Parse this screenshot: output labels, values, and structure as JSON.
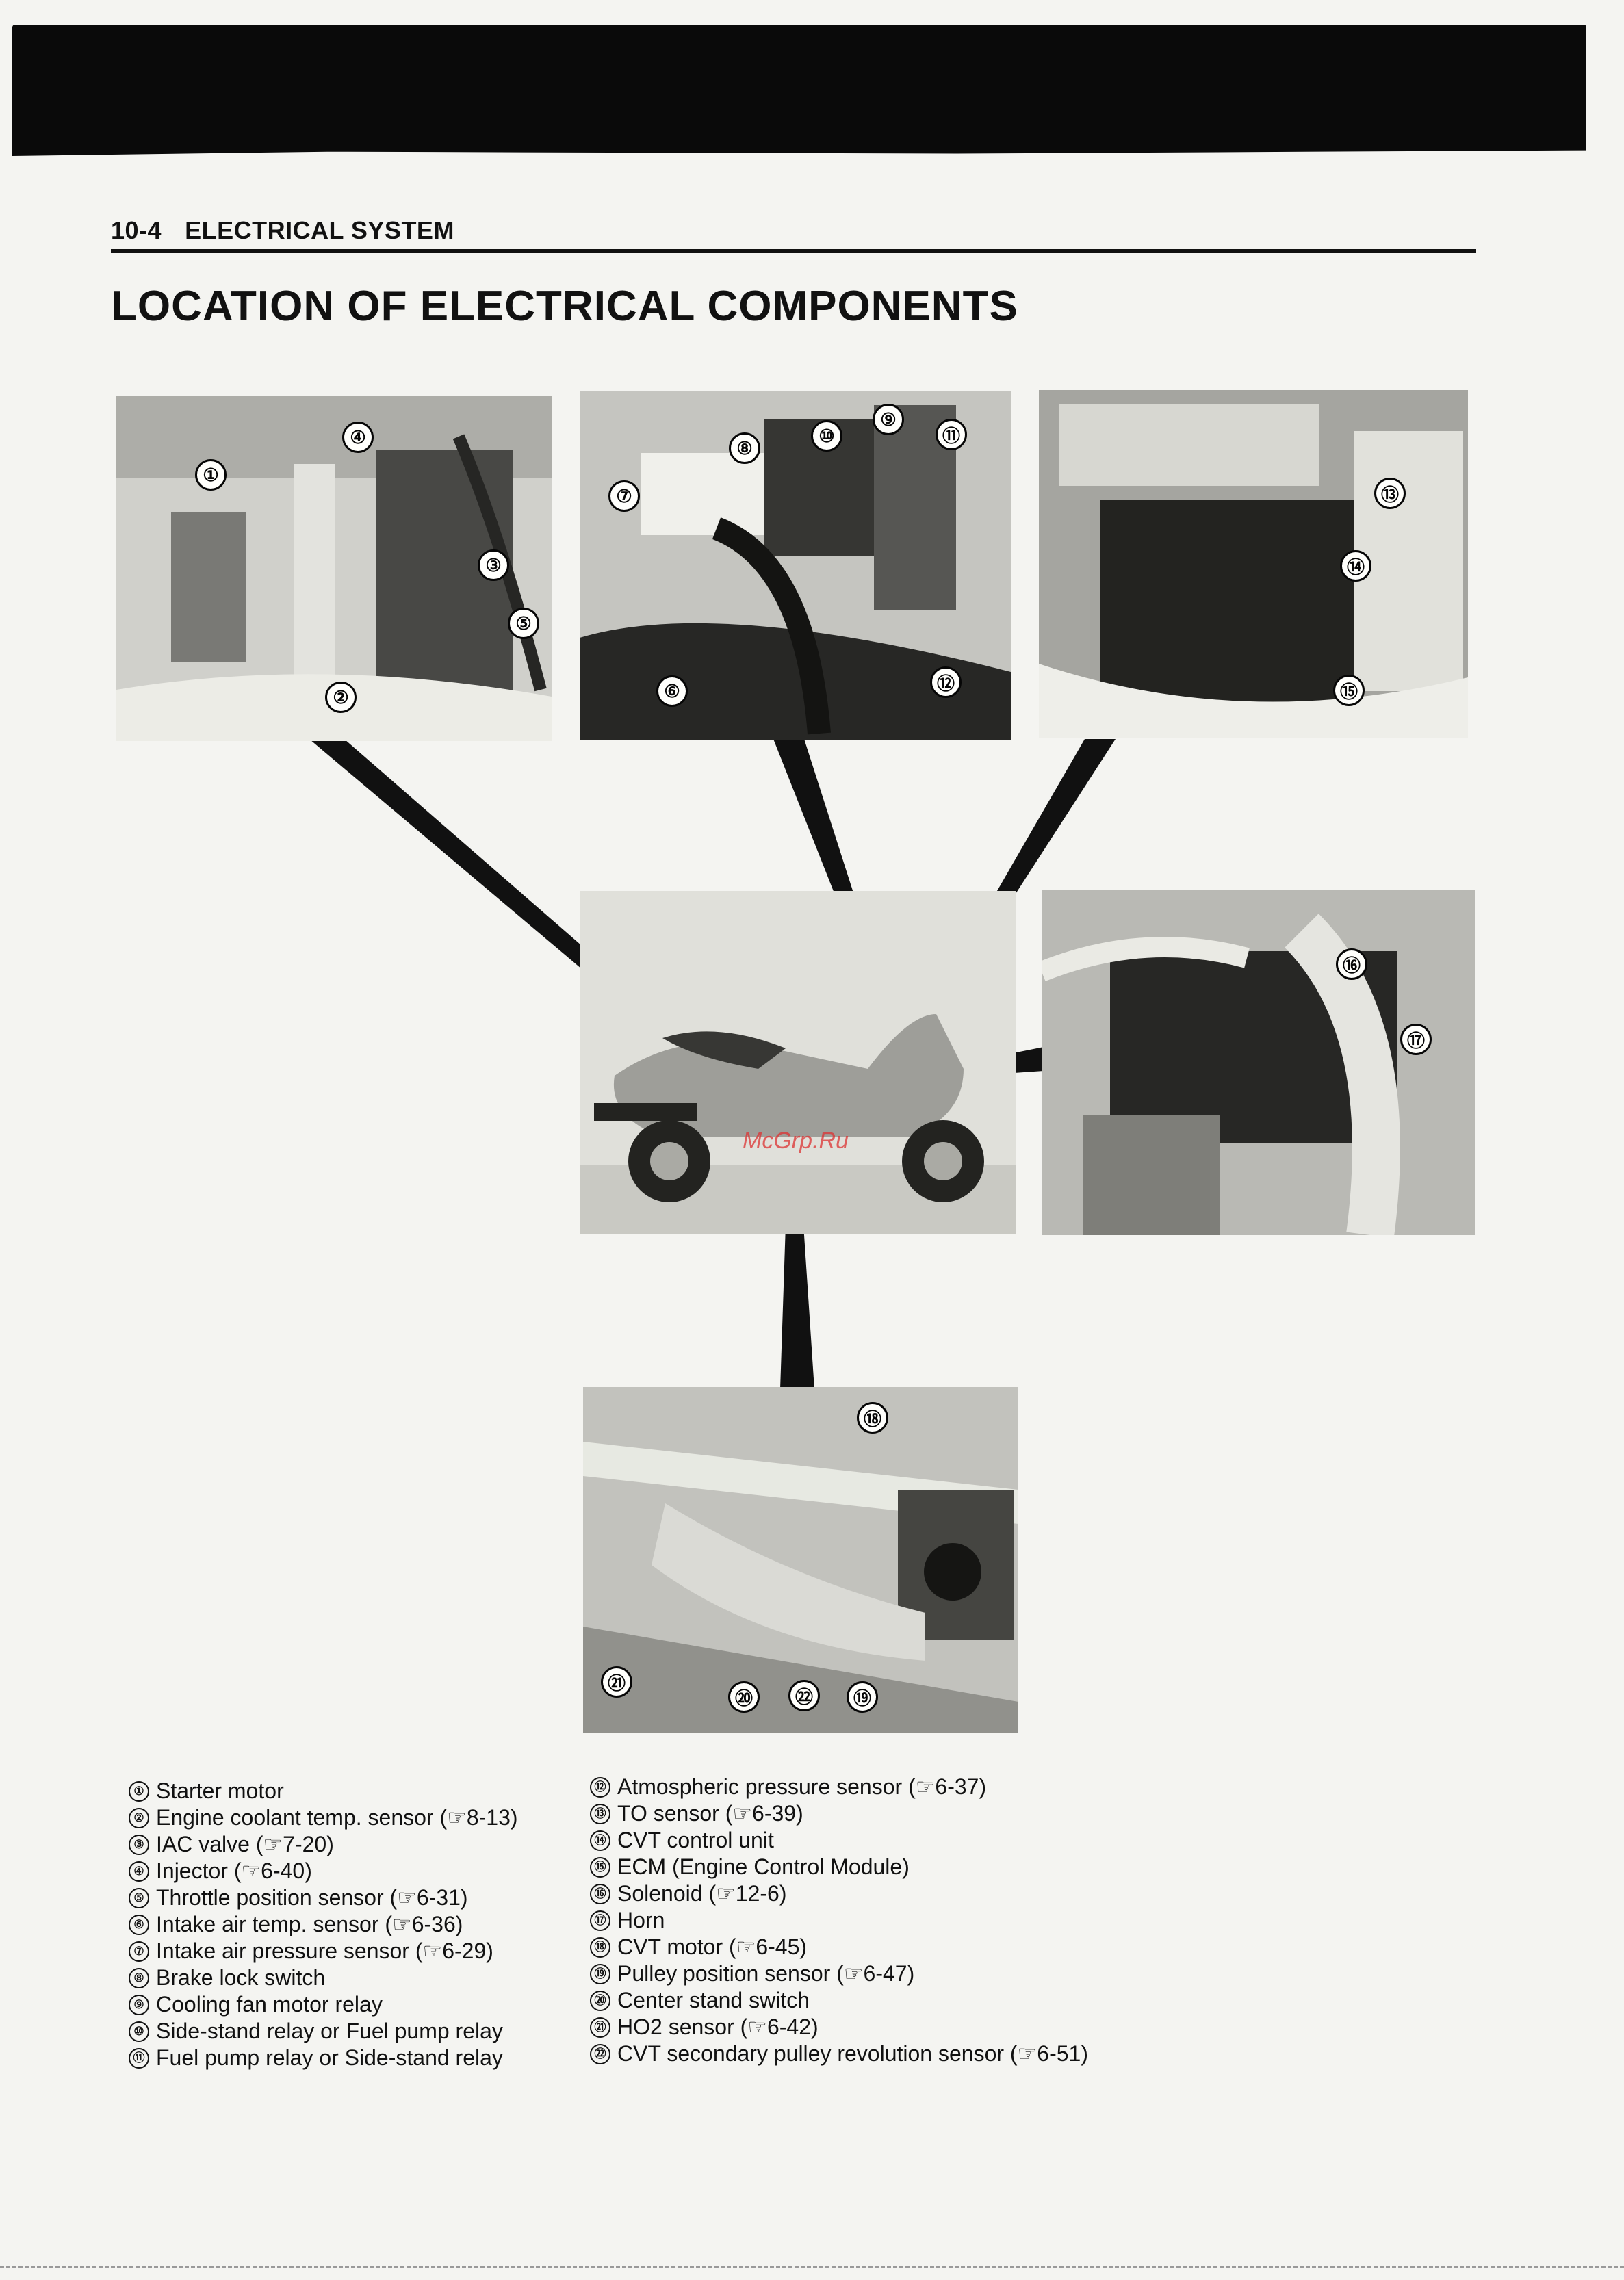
{
  "header": {
    "page_number": "10-4",
    "section": "ELECTRICAL SYSTEM"
  },
  "title": "LOCATION OF ELECTRICAL COMPONENTS",
  "watermark": "McGrp.Ru",
  "callouts": {
    "p1": [
      "①",
      "②",
      "③",
      "④",
      "⑤"
    ],
    "p2": [
      "⑥",
      "⑦",
      "⑧",
      "⑨",
      "⑩",
      "⑪",
      "⑫"
    ],
    "p3": [
      "⑬",
      "⑭",
      "⑮"
    ],
    "p5": [
      "⑯",
      "⑰"
    ],
    "p6": [
      "⑱",
      "⑲",
      "⑳",
      "㉑",
      "㉒"
    ]
  },
  "legend_left": [
    {
      "num": "①",
      "text": "Starter motor"
    },
    {
      "num": "②",
      "text": "Engine coolant temp. sensor (☞8-13)"
    },
    {
      "num": "③",
      "text": "IAC valve (☞7-20)"
    },
    {
      "num": "④",
      "text": "Injector (☞6-40)"
    },
    {
      "num": "⑤",
      "text": "Throttle position sensor (☞6-31)"
    },
    {
      "num": "⑥",
      "text": "Intake air temp. sensor (☞6-36)"
    },
    {
      "num": "⑦",
      "text": "Intake air pressure sensor (☞6-29)"
    },
    {
      "num": "⑧",
      "text": "Brake lock switch"
    },
    {
      "num": "⑨",
      "text": "Cooling fan motor relay"
    },
    {
      "num": "⑩",
      "text": "Side-stand relay or Fuel pump relay"
    },
    {
      "num": "⑪",
      "text": "Fuel pump relay or Side-stand relay"
    }
  ],
  "legend_right": [
    {
      "num": "⑫",
      "text": "Atmospheric pressure sensor (☞6-37)"
    },
    {
      "num": "⑬",
      "text": "TO sensor (☞6-39)"
    },
    {
      "num": "⑭",
      "text": "CVT control unit"
    },
    {
      "num": "⑮",
      "text": "ECM (Engine Control Module)"
    },
    {
      "num": "⑯",
      "text": "Solenoid (☞12-6)"
    },
    {
      "num": "⑰",
      "text": "Horn"
    },
    {
      "num": "⑱",
      "text": "CVT motor (☞6-45)"
    },
    {
      "num": "⑲",
      "text": "Pulley position sensor (☞6-47)"
    },
    {
      "num": "⑳",
      "text": "Center stand switch"
    },
    {
      "num": "㉑",
      "text": "HO2 sensor (☞6-42)"
    },
    {
      "num": "㉒",
      "text": "CVT secondary pulley revolution sensor (☞6-51)"
    }
  ]
}
